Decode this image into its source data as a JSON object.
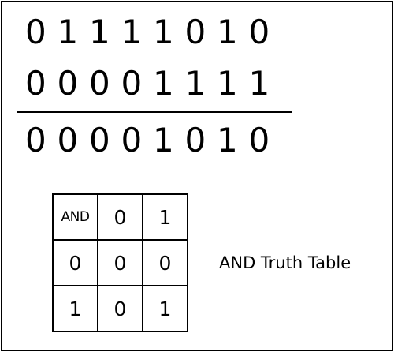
{
  "operand_a": [
    "0",
    "1",
    "1",
    "1",
    "1",
    "0",
    "1",
    "0"
  ],
  "operand_b": [
    "0",
    "0",
    "0",
    "0",
    "1",
    "1",
    "1",
    "1"
  ],
  "result": [
    "0",
    "0",
    "0",
    "0",
    "1",
    "0",
    "1",
    "0"
  ],
  "truth_table": {
    "header": [
      "AND",
      "0",
      "1"
    ],
    "rows": [
      [
        "0",
        "0",
        "0"
      ],
      [
        "1",
        "0",
        "1"
      ]
    ]
  },
  "caption": "AND Truth Table"
}
